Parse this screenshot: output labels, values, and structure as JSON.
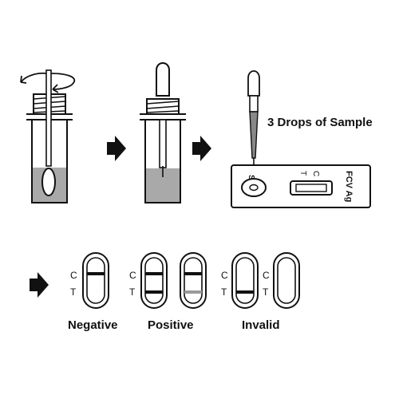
{
  "instruction_text": "3 Drops of Sample",
  "cassette": {
    "brand_label": "FCV Ag",
    "sample_well_label": "S",
    "control_label": "C",
    "test_label": "T"
  },
  "results": {
    "line_labels": {
      "control": "C",
      "test": "T"
    },
    "negative": "Negative",
    "positive": "Positive",
    "invalid": "Invalid"
  },
  "colors": {
    "ink": "#111111",
    "sample_fill": "#a9a9a9",
    "faint_line": "#9a9a9a"
  },
  "icons": [
    "rotate-arrows-icon",
    "next-step-arrow-icon",
    "result-arrow-icon"
  ]
}
